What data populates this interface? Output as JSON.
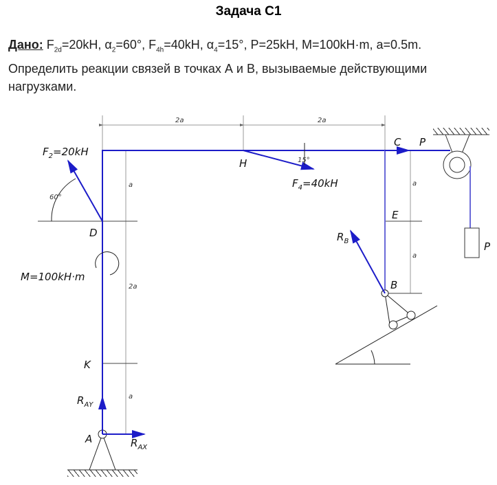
{
  "title": "Задача С1",
  "given": {
    "label": "Дано:",
    "f2_sym": "F",
    "f2_sub": "2d",
    "f2_val": "=20kH, α",
    "a2_sub": "2",
    "a2_val": "=60°, F",
    "f4_sub": "4h",
    "f4_val": "=40kH, α",
    "a4_sub": "4",
    "rest": "=15°, P=25kH, M=100kH·m, a=0.5m.",
    "task": "Определить реакции связей в точках А и В, вызываемые действующими нагрузками."
  },
  "diagram": {
    "dim_top_left": "2a",
    "dim_top_right": "2a",
    "dim_a1": "a",
    "dim_2a": "2a",
    "dim_a2": "a",
    "dim_right_a1": "a",
    "dim_right_a2": "a",
    "f2_label": "F",
    "f2_sub": "2",
    "f2_value": "=20kH",
    "angle_60": "60°",
    "angle_15": "15°",
    "f4_label": "F",
    "f4_sub": "4",
    "f4_value": "=40kH",
    "moment": "M=100kH·m",
    "point_D": "D",
    "point_H": "H",
    "point_C": "C",
    "point_E": "E",
    "point_B": "B",
    "point_K": "K",
    "point_A": "A",
    "p_label_rope": "P",
    "p_label_weight": "P",
    "rb": "R",
    "rb_sub": "B",
    "ray": "R",
    "ray_sub": "AY",
    "rax": "R",
    "rax_sub": "AX",
    "colors": {
      "beam": "#1c1cc8",
      "beam_light": "#6a6ad8",
      "dim": "#999999"
    }
  }
}
